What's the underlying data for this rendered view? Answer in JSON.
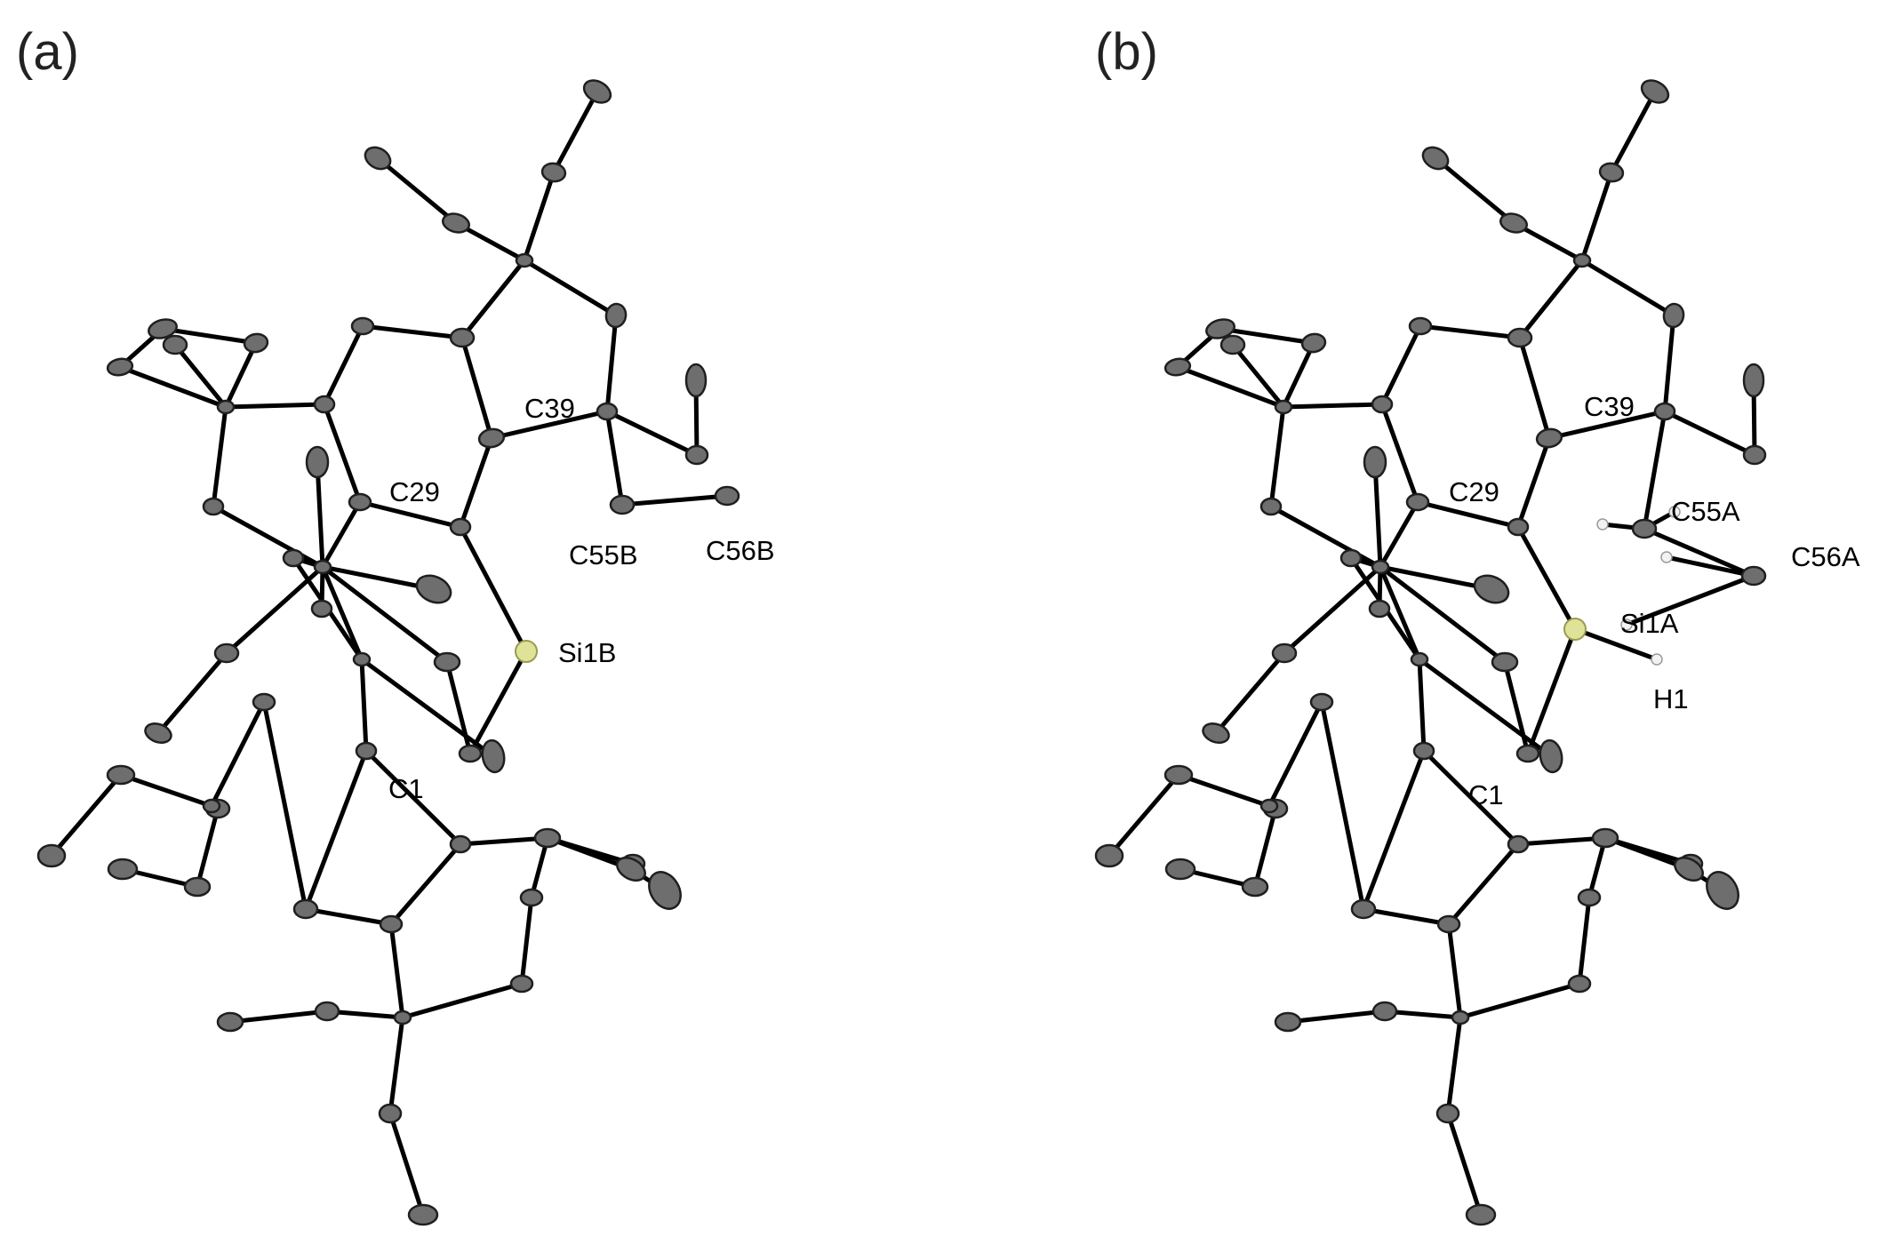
{
  "figure": {
    "panels": [
      {
        "id": "a",
        "label": "(a)",
        "atom_labels": {
          "c39": "C39",
          "c29": "C29",
          "c55": "C55B",
          "c56": "C56B",
          "si": "Si1B",
          "c1": "C1"
        }
      },
      {
        "id": "b",
        "label": "(b)",
        "atom_labels": {
          "c39": "C39",
          "c29": "C29",
          "c55": "C55A",
          "c56": "C56A",
          "si": "Si1A",
          "h1": "H1",
          "c1": "C1"
        }
      }
    ],
    "colors": {
      "carbon": "#6e6e6e",
      "silicon": "#dfe398",
      "hydrogen": "#f2f2f2",
      "bond": "#000000"
    }
  }
}
